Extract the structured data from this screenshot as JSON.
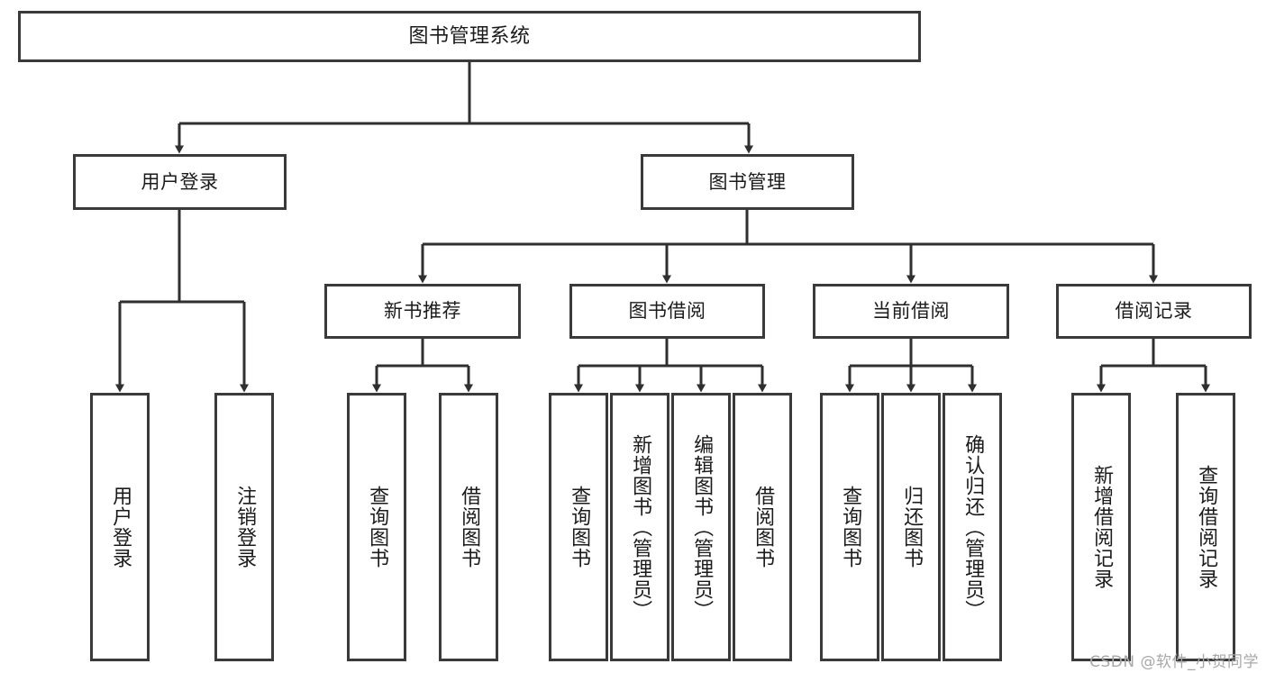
{
  "diagram": {
    "title": "图书管理系统",
    "type": "hierarchy-tree",
    "watermark": "CSDN @软件_小贺同学",
    "colors": {
      "stroke": "#3a3a3a",
      "fill": "#ffffff",
      "text": "#1b1b1b",
      "watermark": "#a8a8a8"
    }
  },
  "nodes": {
    "root": {
      "label": "图书管理系统"
    },
    "tier2": [
      {
        "label": "用户登录"
      },
      {
        "label": "图书管理"
      }
    ],
    "tier3": [
      {
        "label": "新书推荐"
      },
      {
        "label": "图书借阅"
      },
      {
        "label": "当前借阅"
      },
      {
        "label": "借阅记录"
      }
    ],
    "leaves": {
      "user_login": [
        {
          "label": "用户登录"
        },
        {
          "label": "注销登录"
        }
      ],
      "new_book": [
        {
          "label": "查询图书"
        },
        {
          "label": "借阅图书"
        }
      ],
      "book_borrow": [
        {
          "label": "查询图书"
        },
        {
          "label": "新增图书（管理员）"
        },
        {
          "label": "编辑图书（管理员）"
        },
        {
          "label": "借阅图书"
        }
      ],
      "current_borrow": [
        {
          "label": "查询图书"
        },
        {
          "label": "归还图书"
        },
        {
          "label": "确认归还（管理员）"
        }
      ],
      "borrow_record": [
        {
          "label": "新增借阅记录"
        },
        {
          "label": "查询借阅记录"
        }
      ]
    }
  }
}
